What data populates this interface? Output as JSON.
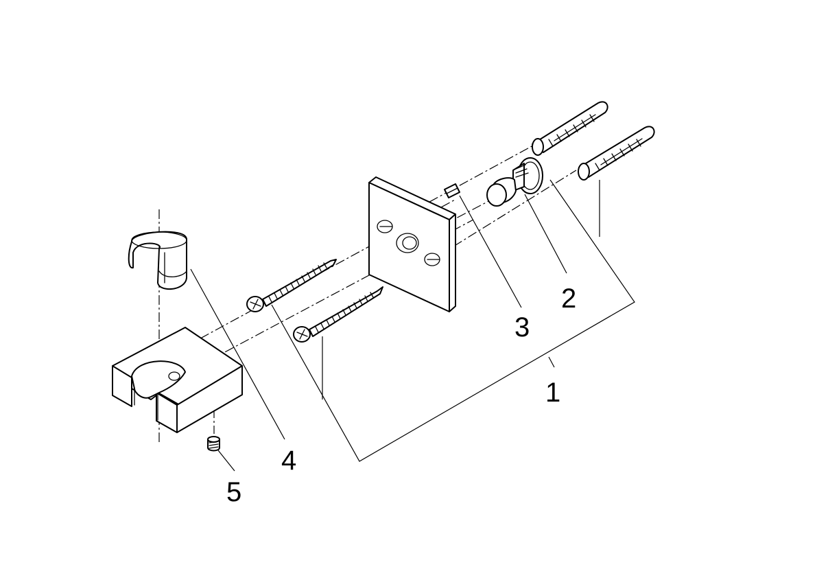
{
  "callouts": {
    "c1": "1",
    "c2": "2",
    "c3": "3",
    "c4": "4",
    "c5": "5"
  },
  "icons": {
    "holder_body": "shower-holder-body",
    "sleeve": "split-sleeve",
    "wall_plate": "wall-mounting-plate",
    "screw": "wood-screw",
    "anchor": "wall-plug-anchor",
    "pivot": "ball-joint-pivot",
    "pin": "locking-pin",
    "set_screw": "grub-screw"
  },
  "colors": {
    "line": "#000000",
    "background": "#ffffff"
  }
}
